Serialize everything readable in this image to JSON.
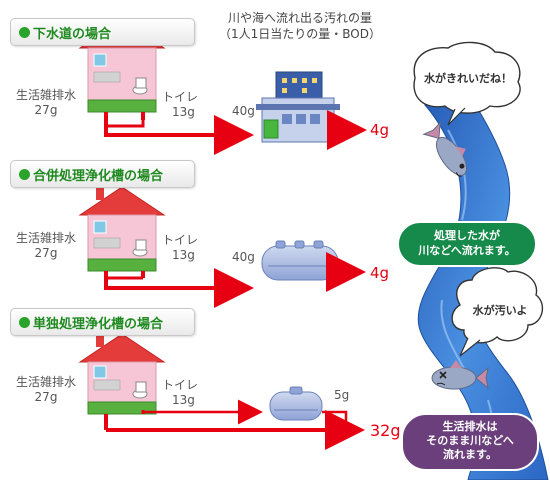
{
  "title": {
    "line1": "川や海へ流れ出る汚れの量",
    "line2": "（1人1日当たりの量・BOD）"
  },
  "sections": [
    {
      "label": "下水道の場合",
      "misc_label_1": "生活雑排水",
      "misc_label_2": "27g",
      "toilet_label_1": "トイレ",
      "toilet_label_2": "13g",
      "input_label": "40g",
      "output_label": "4g"
    },
    {
      "label": "合併処理浄化槽の場合",
      "misc_label_1": "生活雑排水",
      "misc_label_2": "27g",
      "toilet_label_1": "トイレ",
      "toilet_label_2": "13g",
      "input_label": "40g",
      "output_label": "4g"
    },
    {
      "label": "単独処理浄化槽の場合",
      "misc_label_1": "生活雑排水",
      "misc_label_2": "27g",
      "toilet_label_1": "トイレ",
      "toilet_label_2": "13g",
      "tank_output_label": "5g",
      "output_label": "32g"
    }
  ],
  "river": {
    "bubble_clean": "水がきれいだね！",
    "bubble_dirty": "水が汚いよ",
    "callout_treated_1": "処理した水が",
    "callout_treated_2": "川などへ流れます。",
    "callout_raw_1": "生活排水は",
    "callout_raw_2": "そのまま川などへ",
    "callout_raw_3": "流れます。"
  },
  "colors": {
    "arrow": "#e60012",
    "pill_text": "#1f8a1f",
    "treated_callout": "#158a4a",
    "raw_callout": "#6a3f7c",
    "river": "#3d7bd1"
  }
}
